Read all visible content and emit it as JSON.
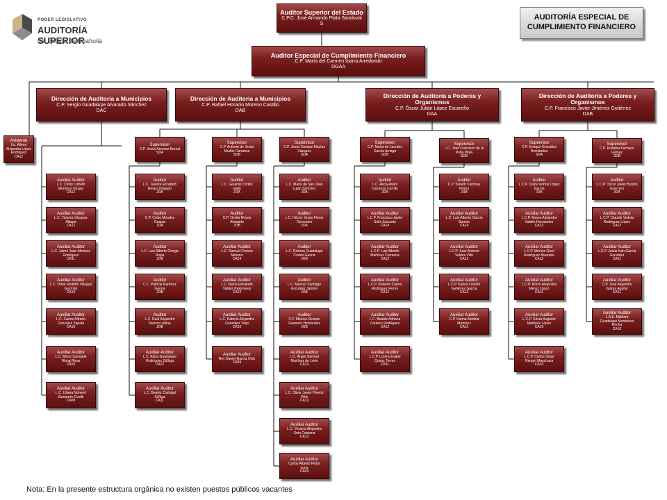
{
  "logo": {
    "line1": "PODER LEGISLATIVO",
    "line2": "AUDITORÍA SUPERIOR",
    "line3": "del Estado de Coahuila"
  },
  "header_box": "AUDITORÍA ESPECIAL DE CUMPLIMIENTO FINANCIERO",
  "nodes": [
    {
      "id": "auditor-superior",
      "size": "big",
      "title": "Auditor Superior del Estado",
      "lines": [
        "C.P.C. José Armando Plata Sandoval",
        "S"
      ]
    },
    {
      "id": "auditor-especial",
      "size": "big",
      "title": "Auditor Especial de Cumplimiento Financiero",
      "lines": [
        "C.P. María del Carmen Ibarra Arredondo",
        "DGAA"
      ]
    },
    {
      "id": "dir-1",
      "size": "mid",
      "title": "Dirección de Auditoría a Municipios",
      "lines": [
        "C.P. Sergio Guadalupe Alvarado Sánchez",
        "DAC"
      ]
    },
    {
      "id": "dir-2",
      "size": "mid",
      "title": "Dirección de Auditoría a Municipios",
      "lines": [
        "C.P. Rafael Horacio Moreno Castillo",
        "DAB"
      ]
    },
    {
      "id": "dir-3",
      "size": "mid",
      "title": "Dirección de Auditoría a Poderes y Organismos",
      "lines": [
        "C.P. Óscar Julián López Escareño",
        "DAA"
      ]
    },
    {
      "id": "dir-4",
      "size": "mid",
      "title": "Dirección de Auditoría a Poderes y Organismos",
      "lines": [
        "C.P. Francisco Javier Jiménez Gutiérrez",
        "DAB"
      ]
    },
    {
      "id": "asistente",
      "size": "sm",
      "title": "Asistente",
      "lines": [
        "Lic. Aileen",
        "Alejandra López",
        "Rodríguez",
        "CA12"
      ]
    },
    {
      "id": "c1-1",
      "size": "sm",
      "title": "Auxiliar Auditor",
      "lines": [
        "L.C. Cindy Lizbeth",
        "Montoya Vargas",
        "CA12"
      ]
    },
    {
      "id": "c1-2",
      "size": "sm",
      "title": "Auxiliar Auditor",
      "lines": [
        "L.C. Victoria Vázquez",
        "Aldape",
        "CA12"
      ]
    },
    {
      "id": "c1-3",
      "size": "sm",
      "title": "Auxiliar Auditor",
      "lines": [
        "L.C. Jaime Juan Almaraz",
        "Rodríguez",
        "CA11"
      ]
    },
    {
      "id": "c1-4",
      "size": "sm",
      "title": "Auxiliar Auditor",
      "lines": [
        "L.C. Omar Rodolfo Villegas",
        "Guzmán",
        "CA10"
      ]
    },
    {
      "id": "c1-5",
      "size": "sm",
      "title": "Auxiliar Auditor",
      "lines": [
        "L.C. Carlos Alfredo",
        "González Zapata",
        "CA10"
      ]
    },
    {
      "id": "c1-6",
      "size": "sm",
      "title": "Auxiliar Auditor",
      "lines": [
        "L.C. Milca Dunnaide",
        "Wong Rivas",
        "CA10"
      ]
    },
    {
      "id": "c1-7",
      "size": "sm",
      "title": "Auxiliar Auditor",
      "lines": [
        "L.C. Liliana Nohemí",
        "Zamarrón Ovalle",
        "CA09"
      ]
    },
    {
      "id": "sup-2",
      "size": "sm",
      "title": "Supervisor",
      "lines": [
        "C.P. Jesús Arzuvez Bernal",
        "SDA"
      ]
    },
    {
      "id": "c2-1",
      "size": "sm",
      "title": "Auditor",
      "lines": [
        "L.C. Juanita Elizabeth",
        "Reyes Delgado",
        "JOA"
      ]
    },
    {
      "id": "c2-2",
      "size": "sm",
      "title": "Auditor",
      "lines": [
        "C.P. Celso Morales",
        "Gaspar",
        "JOA"
      ]
    },
    {
      "id": "c2-3",
      "size": "sm",
      "title": "Auditor",
      "lines": [
        "L.C. Luis Alberto Ortega",
        "Rojas",
        "JOB"
      ]
    },
    {
      "id": "c2-4",
      "size": "sm",
      "title": "Auditor",
      "lines": [
        "L.C. Patricia Ramírez",
        "Gaona",
        "JOB"
      ]
    },
    {
      "id": "c2-5",
      "size": "sm",
      "title": "Auditor",
      "lines": [
        "L.C. Raúl Alejandro",
        "Nuncio Urbina",
        "JOB"
      ]
    },
    {
      "id": "c2-6",
      "size": "sm",
      "title": "Auxiliar Auditor",
      "lines": [
        "L.C. Alicia Guadalupe",
        "Rodríguez Zúñiga",
        "CA12"
      ]
    },
    {
      "id": "c2-7",
      "size": "sm",
      "title": "Auxiliar Auditor",
      "lines": [
        "L.C. Beatriz Carbajal",
        "Zúñiga",
        "CA11"
      ]
    },
    {
      "id": "sup-3",
      "size": "sm",
      "title": "Supervisor",
      "lines": [
        "C.P. Antonio de Jesús",
        "Murillo Carranza",
        "SDB"
      ]
    },
    {
      "id": "c3-1",
      "size": "sm",
      "title": "Auditor",
      "lines": [
        "L.C. Gerardo Cortés",
        "Gallo",
        "JOA"
      ]
    },
    {
      "id": "c3-2",
      "size": "sm",
      "title": "Auditor",
      "lines": [
        "C.P. Ovelia Reyna",
        "Alvarado",
        "JOB"
      ]
    },
    {
      "id": "c3-3",
      "size": "sm",
      "title": "Auxiliar Auditor",
      "lines": [
        "L.C. Samuel Corona",
        "Moreno",
        "CA14"
      ]
    },
    {
      "id": "c3-4",
      "size": "sm",
      "title": "Auxiliar Auditor",
      "lines": [
        "L.C. María Elizabeth",
        "Valdez Palomares",
        "CA12"
      ]
    },
    {
      "id": "c3-5",
      "size": "sm",
      "title": "Auxiliar Auditor",
      "lines": [
        "L.C. Patricia Alejandra",
        "González Trejo",
        "CA10"
      ]
    },
    {
      "id": "c3-6",
      "size": "sm",
      "title": "Auxiliar Auditor",
      "lines": [
        "Rey Daniel García Ortiz",
        "CA09"
      ]
    },
    {
      "id": "sup-4",
      "size": "sm",
      "title": "Supervisor",
      "lines": [
        "C.P. Jesús Enrique Macías",
        "Vázquez",
        "SDA"
      ]
    },
    {
      "id": "c4-1",
      "size": "sm",
      "title": "Auditor",
      "lines": [
        "L.C. María de San Juan",
        "Luján Sánchez",
        "JOA"
      ]
    },
    {
      "id": "c4-2",
      "size": "sm",
      "title": "Auditor",
      "lines": [
        "L.C. Héctor Jesús Flores",
        "Oyervides",
        "JOA"
      ]
    },
    {
      "id": "c4-3",
      "size": "sm",
      "title": "Auditor",
      "lines": [
        "L.C. Paloma Guadalupe",
        "Cortés Gaona",
        "JOB"
      ]
    },
    {
      "id": "c4-4",
      "size": "sm",
      "title": "Auditor",
      "lines": [
        "L.C. Manuel Santiago",
        "González Jalomo",
        "JOB"
      ]
    },
    {
      "id": "c4-5",
      "size": "sm",
      "title": "Auditor",
      "lines": [
        "C.P. Mónica Ricardo",
        "Guerrero Hernández",
        "JOB"
      ]
    },
    {
      "id": "c4-6",
      "size": "sm",
      "title": "Auxiliar Auditor",
      "lines": [
        "L.C. Ángel Samuel",
        "Martínez de León",
        "CA13"
      ]
    },
    {
      "id": "c4-7",
      "size": "sm",
      "title": "Auxiliar Auditor",
      "lines": [
        "L.C. Oliver Javier Pinedo",
        "Ortiz",
        "CA12"
      ]
    },
    {
      "id": "c4-8",
      "size": "sm",
      "title": "Auxiliar Auditor",
      "lines": [
        "L.C. Yessica Alejandra",
        "Soto Cardona",
        "CA12"
      ]
    },
    {
      "id": "c4-9",
      "size": "sm",
      "title": "Auxiliar Auditor",
      "lines": [
        "Carlos Alberto Pintor",
        "Luna",
        "CA09"
      ]
    },
    {
      "id": "sup-5",
      "size": "sm",
      "title": "Supervisor",
      "lines": [
        "C.P. María de Lourdes",
        "García Arriaga",
        "SDB"
      ]
    },
    {
      "id": "c5-1",
      "size": "sm",
      "title": "Auditor",
      "lines": [
        "L.C. Alicia Anahí",
        "Carranza Carrillo",
        "JOA"
      ]
    },
    {
      "id": "c5-2",
      "size": "sm",
      "title": "Auxiliar Auditor",
      "lines": [
        "L.C.P. Francisco Javier",
        "Solís Saucedo",
        "CA14"
      ]
    },
    {
      "id": "c5-3",
      "size": "sm",
      "title": "Auxiliar Auditor",
      "lines": [
        "L.C.P. Luis Alberto",
        "Martínez Carmona",
        "CA12"
      ]
    },
    {
      "id": "c5-4",
      "size": "sm",
      "title": "Auxiliar Auditor",
      "lines": [
        "L.C.P. Roberto Carlos",
        "Rodríguez Flores",
        "CA12"
      ]
    },
    {
      "id": "c5-5",
      "size": "sm",
      "title": "Auxiliar Auditor",
      "lines": [
        "L.C. Beatriz Adriana",
        "Cordero Rodríguez",
        "CA12"
      ]
    },
    {
      "id": "c5-6",
      "size": "sm",
      "title": "Auxiliar Auditor",
      "lines": [
        "L.C.P. Lorena Isabel",
        "Quiroz Torres",
        "CA11"
      ]
    },
    {
      "id": "sup-6",
      "size": "sm",
      "title": "Supervisor",
      "lines": [
        "L.C. José Francisco de la",
        "Peña Plata",
        "SDB"
      ]
    },
    {
      "id": "c6-1",
      "size": "sm",
      "title": "Auditor",
      "lines": [
        "C.P. Yaneth Cardona",
        "Flores",
        "JOB"
      ]
    },
    {
      "id": "c6-2",
      "size": "sm",
      "title": "Auxiliar Auditor",
      "lines": [
        "L.C. Luis Alberto García",
        "Barrios",
        "CA14"
      ]
    },
    {
      "id": "c6-3",
      "size": "sm",
      "title": "Auxiliar Auditor",
      "lines": [
        "L.C.P. Juan Antonio",
        "Valdés Villa",
        "CA12"
      ]
    },
    {
      "id": "c6-4",
      "size": "sm",
      "title": "Auxiliar Auditor",
      "lines": [
        "L.C.P. Karina Lizbeth",
        "Gutiérrez García",
        "CA12"
      ]
    },
    {
      "id": "c6-5",
      "size": "sm",
      "title": "Auxiliar Auditor",
      "lines": [
        "C.P. Karina Medina",
        "Martínez",
        "CA11"
      ]
    },
    {
      "id": "sup-7",
      "size": "sm",
      "title": "Supervisor",
      "lines": [
        "C.P. Enrique González",
        "Hernández",
        "SDA"
      ]
    },
    {
      "id": "c7-1",
      "size": "sm",
      "title": "Auditor",
      "lines": [
        "L.C.P. Dulce Ivonne López",
        "García",
        "JOA"
      ]
    },
    {
      "id": "c7-2",
      "size": "sm",
      "title": "Auxiliar Auditor",
      "lines": [
        "L.C.P. Mayra Alejandra",
        "Valdés Hernández",
        "CA13"
      ]
    },
    {
      "id": "c7-3",
      "size": "sm",
      "title": "Auxiliar Auditor",
      "lines": [
        "L.C.P. Mónica Gisel",
        "Rodríguez Alvarado",
        "CA12"
      ]
    },
    {
      "id": "c7-4",
      "size": "sm",
      "title": "Auxiliar Auditor",
      "lines": [
        "L.C.P. Rocío Alejandra",
        "Meraz López",
        "CA11"
      ]
    },
    {
      "id": "c7-5",
      "size": "sm",
      "title": "Auxiliar Auditor",
      "lines": [
        "L.C.P. César Augusto",
        "Martínez López",
        "CA10"
      ]
    },
    {
      "id": "c7-6",
      "size": "sm",
      "title": "Auxiliar Auditor",
      "lines": [
        "L.C.P. Carlos Omar",
        "Rangel Manchaca",
        "CA10"
      ]
    },
    {
      "id": "sup-8",
      "size": "sm",
      "title": "Supervisor",
      "lines": [
        "C.P. Rosalba Pacheco",
        "Gámez",
        "SDB"
      ]
    },
    {
      "id": "c8-1",
      "size": "sm",
      "title": "Auditor",
      "lines": [
        "L.C.P. Óscar Javier Bustos",
        "Guerrero",
        "JOA"
      ]
    },
    {
      "id": "c8-2",
      "size": "sm",
      "title": "Auxiliar Auditor",
      "lines": [
        "L.C.P. Claudia Violeta",
        "Rodríguez López",
        "CA12"
      ]
    },
    {
      "id": "c8-3",
      "size": "sm",
      "title": "Auxiliar Auditor",
      "lines": [
        "L.C.P. Jesús Iván García",
        "González",
        "CA11"
      ]
    },
    {
      "id": "c8-4",
      "size": "sm",
      "title": "Auxiliar Auditor",
      "lines": [
        "C.P. José Alejandro",
        "Juárez Aguilar",
        "CA11"
      ]
    },
    {
      "id": "c8-5",
      "size": "sm",
      "title": "Auxiliar Auditor",
      "lines": [
        "L.A.E. Mildreth",
        "Guadalupe Montelvez",
        "Rocha",
        "CA10"
      ]
    }
  ],
  "nota": "Nota: En la presente estructura orgánica no existen puestos públicos vacantes"
}
